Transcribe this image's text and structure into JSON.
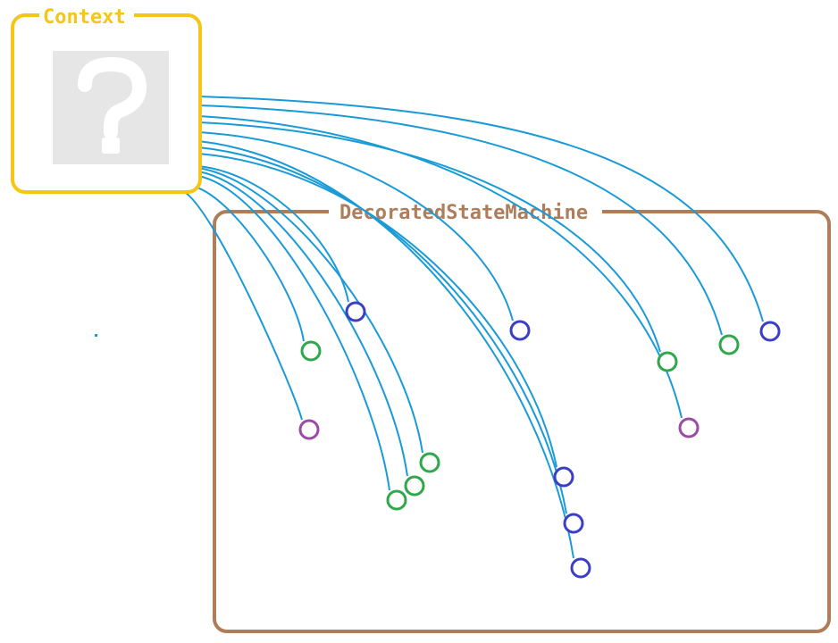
{
  "context_node": {
    "title": "Context",
    "icon": "question-mark-icon",
    "color": "#f5c518"
  },
  "state_machine": {
    "title": "DecoratedStateMachine",
    "color": "#b07d5a"
  },
  "colors": {
    "edge": "#1a9bd7",
    "port_blue": "#3b3fc4",
    "port_green": "#2ea84a",
    "port_purple": "#9b4aa6",
    "icon_bg": "#e6e6e6"
  },
  "ports": [
    {
      "kind": "purple"
    },
    {
      "kind": "green"
    },
    {
      "kind": "blue"
    },
    {
      "kind": "green"
    },
    {
      "kind": "green"
    },
    {
      "kind": "green"
    },
    {
      "kind": "blue"
    },
    {
      "kind": "blue"
    },
    {
      "kind": "blue"
    },
    {
      "kind": "blue"
    },
    {
      "kind": "green"
    },
    {
      "kind": "purple"
    },
    {
      "kind": "green"
    },
    {
      "kind": "blue"
    }
  ]
}
